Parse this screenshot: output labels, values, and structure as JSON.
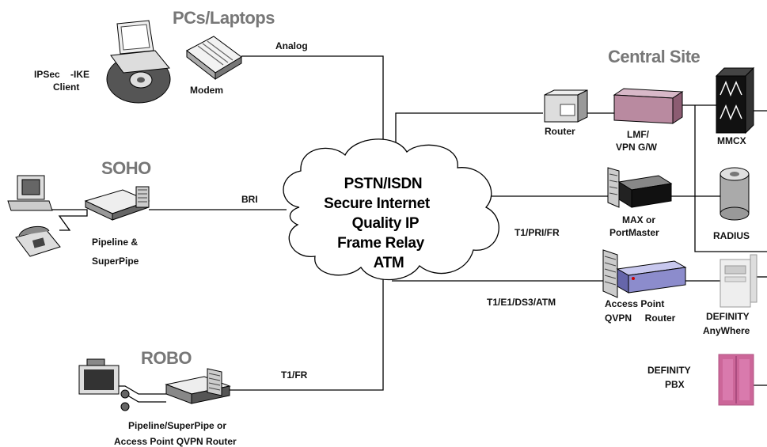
{
  "headings": {
    "pcs_laptops": "PCs/Laptops",
    "central_site": "Central Site",
    "soho": "SOHO",
    "robo": "ROBO"
  },
  "cloud": {
    "lines": [
      "PSTN/ISDN",
      "Secure Internet",
      "Quality IP",
      "Frame Relay",
      "ATM"
    ]
  },
  "links": {
    "analog": "Analog",
    "bri": "BRI",
    "t1_fr": "T1/FR",
    "t1_pri_fr": "T1/PRI/FR",
    "t1_e1_ds3_atm": "T1/E1/DS3/ATM"
  },
  "devices": {
    "ipsec_client_line1": "IPSec    -IKE",
    "ipsec_client_line2": "Client",
    "modem": "Modem",
    "pipeline_superpipe_line1": "Pipeline &",
    "pipeline_superpipe_line2": "SuperPipe",
    "robo_router_line1": "Pipeline/SuperPipe or",
    "robo_router_line2": "Access Point QVPN Router",
    "router": "Router",
    "lmf_line1": "LMF/",
    "lmf_line2": "VPN G/W",
    "mmcx": "MMCX",
    "max_line1": "MAX or",
    "max_line2": "PortMaster",
    "radius": "RADIUS",
    "access_point_line1": "Access Point",
    "access_point_line2": "QVPN     Router",
    "definity_anywhere_line1": "DEFINITY",
    "definity_anywhere_line2": "AnyWhere",
    "definity_pbx_line1": "DEFINITY",
    "definity_pbx_line2": "PBX"
  },
  "colors": {
    "heading_gray": "#777777",
    "lmf_box": "#b98aa0",
    "access_point_box": "#8c8ccc",
    "pbx_box": "#cc6699"
  }
}
